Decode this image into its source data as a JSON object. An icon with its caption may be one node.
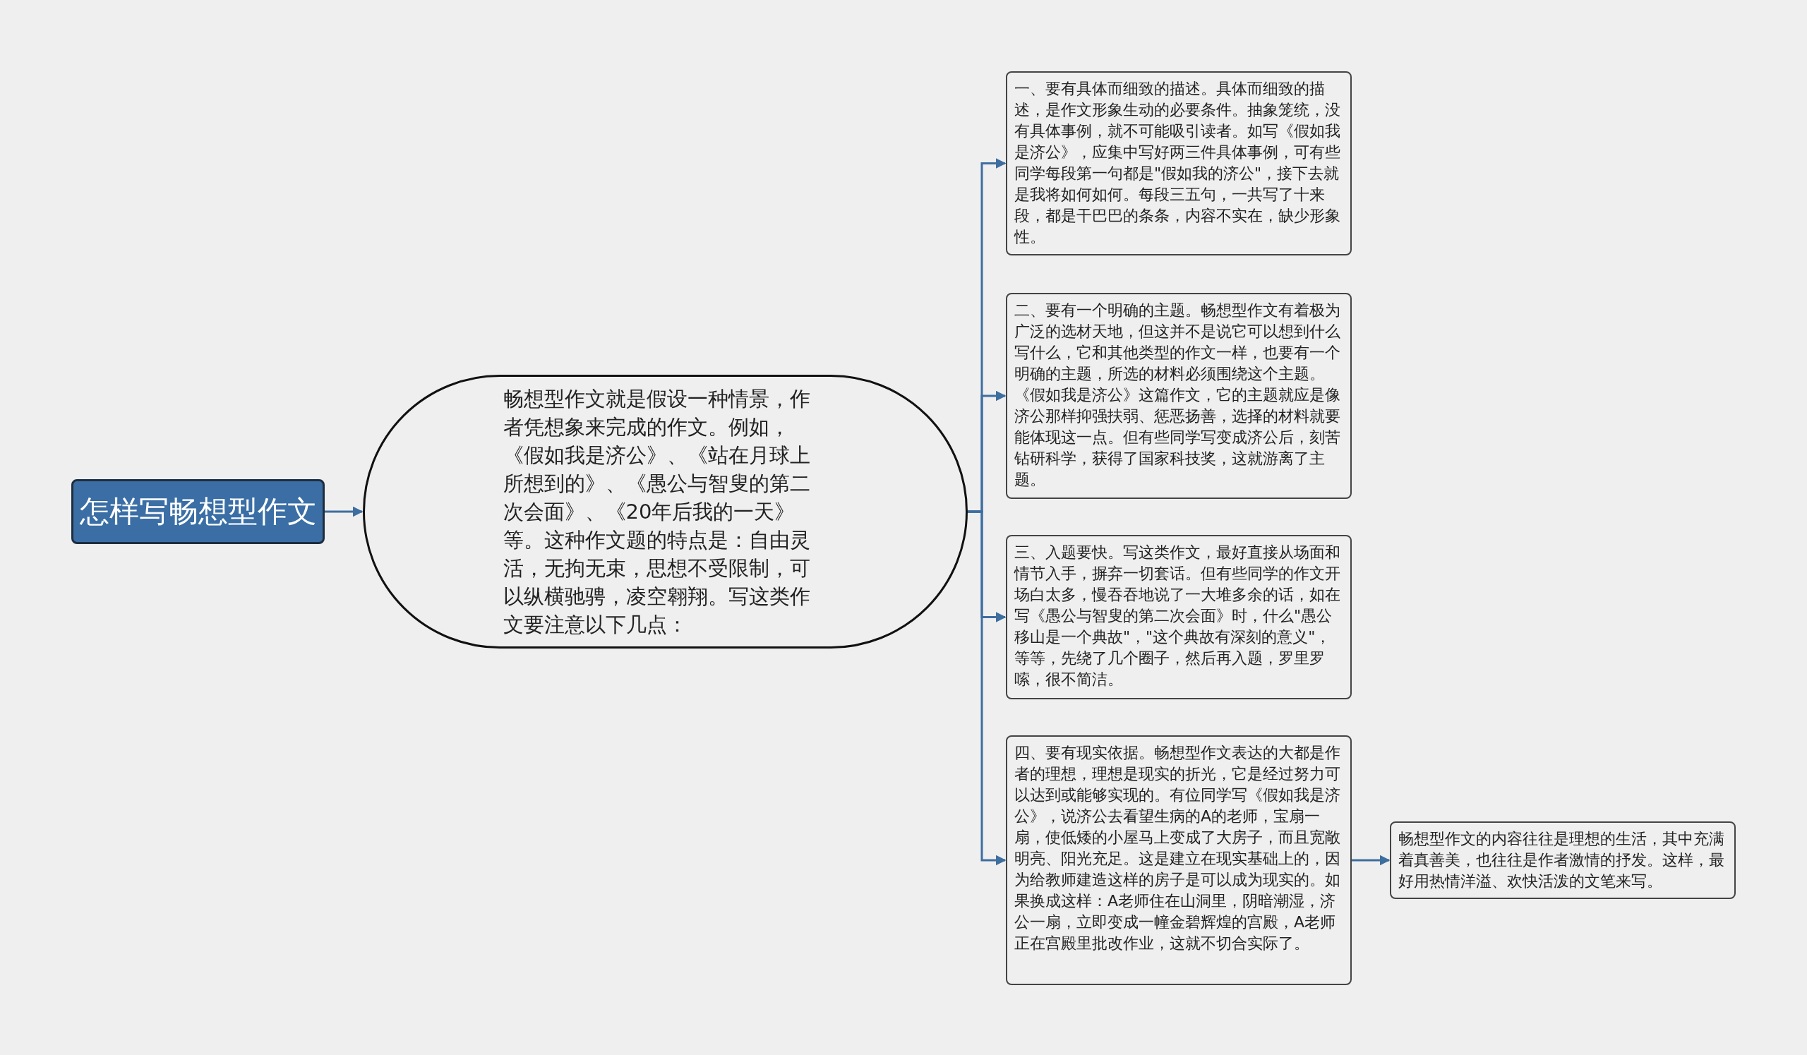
{
  "diagram": {
    "nodes": [
      {
        "text": [
          "怎样写畅想型作文"
        ]
      },
      {
        "text": [
          "畅想型作文就是假设一种情景，作者凭想象来完成的作文。例如，《假如我是济公》、《站在月球上所想到的》、《愚公与智叟的第二次会面》、《20年后我的一天》等。这种作文题的特点是：自由灵活，无拘无束，思想不受限制，可以纵横驰骋，凌空翱翔。写这类作文要注意以下几点："
        ]
      },
      {
        "text": [
          "一、要有具体而细致的描述。具体而细致的描述，是作文形象生动的必要条件。抽象笼统，没有具体事例，就不可能吸引读者。如写《假如我是济公》，应集中写好两三件具体事例，可有些同学每段第一句都是\"假如我的济公\"，接下去就是我将如何如何。每段三五句，一共写了十来段，都是干巴巴的条条，内容不实在，缺少形象性。"
        ]
      },
      {
        "text": [
          "二、要有一个明确的主题。畅想型作文有着极为广泛的选材天地，但这并不是说它可以想到什么写什么，它和其他类型的作文一样，也要有一个明确的主题，所选的材料必须围绕这个主题。《假如我是济公》这篇作文，它的主题就应是像济公那样抑强扶弱、惩恶扬善，选择的材料就要能体现这一点。但有些同学写变成济公后，刻苦钻研科学，获得了国家科技奖，这就游离了主题。"
        ]
      },
      {
        "text": [
          "三、入题要快。写这类作文，最好直接从场面和情节入手，摒弃一切套话。但有些同学的作文开场白太多，慢吞吞地说了一大堆多余的话，如在写《愚公与智叟的第二次会面》时，什么\"愚公移山是一个典故\"，\"这个典故有深刻的意义\"，等等，先绕了几个圈子，然后再入题，罗里罗嗦，很不简洁。"
        ]
      },
      {
        "text": [
          "四、要有现实依据。畅想型作文表达的大都是作者的理想，理想是现实的折光，它是经过努力可以达到或能够实现的。有位同学写《假如我是济公》，说济公去看望生病的A的老师，宝扇一扇，使低矮的小屋马上变成了大房子，而且宽敞明亮、阳光充足。这是建立在现实基础上的，因为给教师建造这样的房子是可以成为现实的。如果换成这样：A老师住在山洞里，阴暗潮湿，济公一扇，立即变成一幢金碧辉煌的宫殿，A老师正在宫殿里批改作业，这就不切合实际了。"
        ]
      },
      {
        "text": [
          "畅想型作文的内容往往是理想的生活，其中充满着真善美，也往往是作者激情的抒发。这样，最好用热情洋溢、欢快活泼的文笔来写。"
        ]
      }
    ],
    "edges": [
      {
        "from": 0,
        "to": 1,
        "arrow": "to"
      },
      {
        "from": 1,
        "to": 2,
        "arrow": "to"
      },
      {
        "from": 1,
        "to": 3,
        "arrow": "to"
      },
      {
        "from": 1,
        "to": 4,
        "arrow": "to"
      },
      {
        "from": 1,
        "to": 5,
        "arrow": "to"
      },
      {
        "from": 5,
        "to": 6,
        "arrow": "to"
      }
    ]
  }
}
